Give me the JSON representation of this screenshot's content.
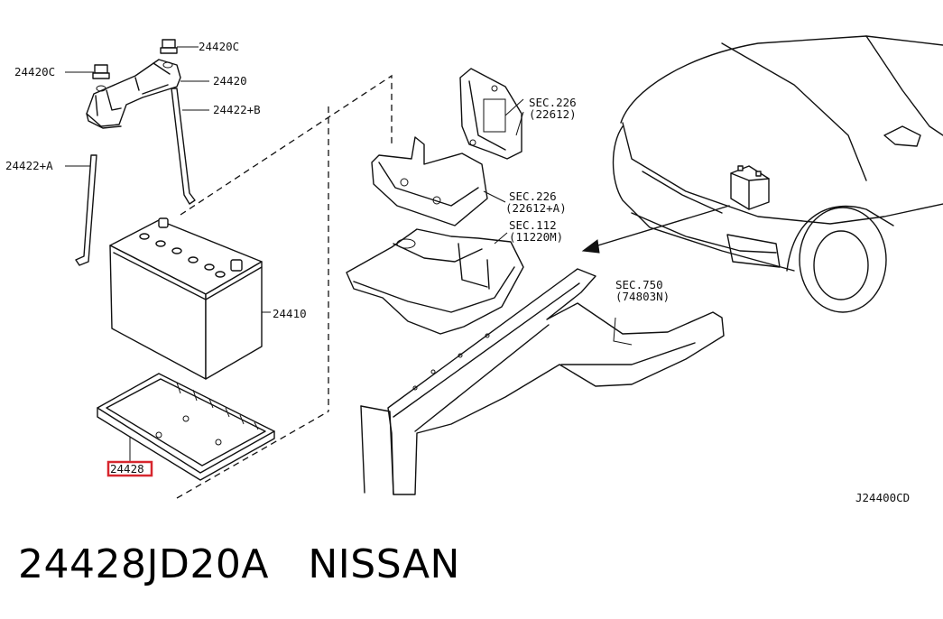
{
  "callouts": {
    "nut_top": "24420C",
    "nut_left": "24420C",
    "frame": "24420",
    "rod_b": "24422+B",
    "rod_a": "24422+A",
    "battery": "24410",
    "tray": "24428"
  },
  "section_refs": {
    "sec226_a_line1": "SEC.226",
    "sec226_a_line2": "(22612)",
    "sec226_b_line1": "SEC.226",
    "sec226_b_line2": "(22612+A)",
    "sec112_line1": "SEC.112",
    "sec112_line2": "(11220M)",
    "sec750_line1": "SEC.750",
    "sec750_line2": "(74803N)"
  },
  "diagram_code": "J24400CD",
  "highlight_color": "#d7262e",
  "caption": {
    "part_number": "24428JD20A",
    "brand": "NISSAN"
  }
}
